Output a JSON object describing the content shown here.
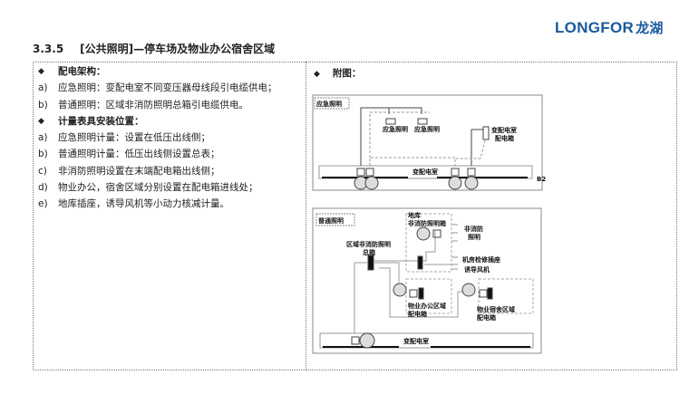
{
  "logo": {
    "text": "LONGFOR",
    "cn": "龙湖"
  },
  "title": {
    "number": "3.3.5",
    "text": "[公共照明]—停车场及物业办公宿舍区域"
  },
  "left": {
    "sections": [
      {
        "heading": "配电架构：",
        "items": [
          {
            "marker": "a)",
            "text": "应急照明：变配电室不同变压器母线段引电缆供电；"
          },
          {
            "marker": "b)",
            "text": "普通照明：区域非消防照明总箱引电缆供电。"
          }
        ]
      },
      {
        "heading": "计量表具安装位置：",
        "items": [
          {
            "marker": "a)",
            "text": "应急照明计量：设置在低压出线侧；"
          },
          {
            "marker": "b)",
            "text": "普通照明计量：低压出线侧设置总表；"
          },
          {
            "marker": "c)",
            "text": "非消防照明设置在末端配电箱出线侧；"
          },
          {
            "marker": "d)",
            "text": "物业办公，宿舍区域分别设置在配电箱进线处；"
          },
          {
            "marker": "e)",
            "text": "地库插座，诱导风机等小动力核减计量。"
          }
        ]
      }
    ]
  },
  "right": {
    "label": "附图："
  },
  "diagram1": {
    "tag": "应急照明",
    "lamp1": "应急照明",
    "lamp2": "应急照明",
    "box": [
      "变配电室",
      "配电箱"
    ],
    "room": "变配电室",
    "side": "B2"
  },
  "diagram2": {
    "tag": "普通照明",
    "garage_box": [
      "地库",
      "非消防照明箱"
    ],
    "nonfire": [
      "非消防",
      "照明"
    ],
    "socket": "机房检修插座",
    "fan": "诱导风机",
    "main_box": [
      "区域非消防照明",
      "总箱"
    ],
    "office_box": [
      "物业办公区域",
      "配电箱"
    ],
    "dorm_box": [
      "物业宿舍区域",
      "配电箱"
    ],
    "room": "变配电室"
  },
  "bullet": "◆"
}
